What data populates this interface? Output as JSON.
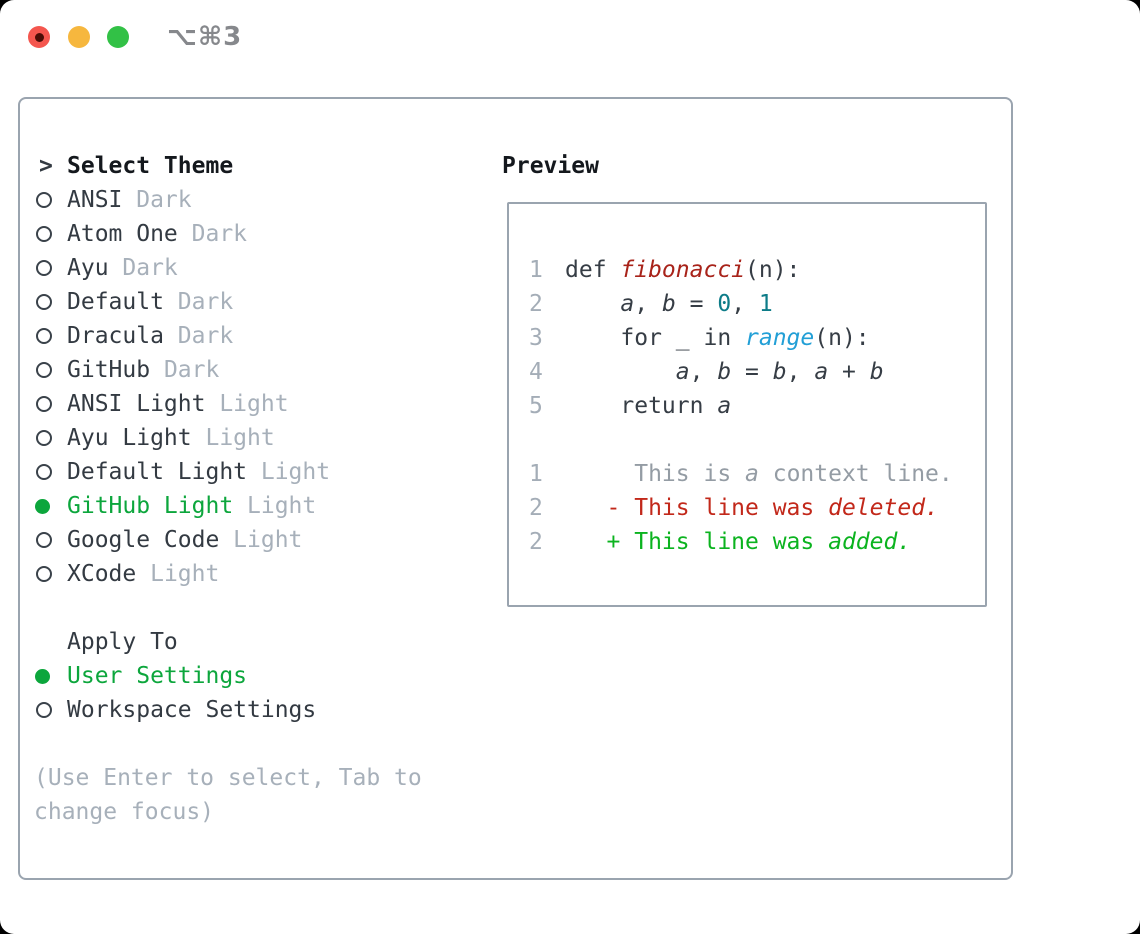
{
  "titlebar": {
    "shortcut": "⌥⌘3"
  },
  "colors": {
    "accent_green": "#0ca63c",
    "added_green": "#0bb31f",
    "deleted_red": "#c2281a",
    "function_red": "#a8231a",
    "number_teal": "#0d7c88",
    "call_blue": "#229fd6",
    "muted_gray": "#a7b0ba",
    "text_dark": "#333a42",
    "traffic_red": "#f4564e",
    "traffic_yellow": "#f6b73e",
    "traffic_green": "#32c146"
  },
  "theme_selector": {
    "header": {
      "marker": ">",
      "label": "Select Theme"
    },
    "themes": [
      {
        "name": "ANSI",
        "variant": "Dark",
        "selected": false
      },
      {
        "name": "Atom One",
        "variant": "Dark",
        "selected": false
      },
      {
        "name": "Ayu",
        "variant": "Dark",
        "selected": false
      },
      {
        "name": "Default",
        "variant": "Dark",
        "selected": false
      },
      {
        "name": "Dracula",
        "variant": "Dark",
        "selected": false
      },
      {
        "name": "GitHub",
        "variant": "Dark",
        "selected": false
      },
      {
        "name": "ANSI Light",
        "variant": "Light",
        "selected": false
      },
      {
        "name": "Ayu Light",
        "variant": "Light",
        "selected": false
      },
      {
        "name": "Default Light",
        "variant": "Light",
        "selected": false
      },
      {
        "name": "GitHub Light",
        "variant": "Light",
        "selected": true
      },
      {
        "name": "Google Code",
        "variant": "Light",
        "selected": false
      },
      {
        "name": "XCode",
        "variant": "Light",
        "selected": false
      }
    ],
    "apply_to": {
      "header": "Apply To",
      "options": [
        {
          "label": "User Settings",
          "selected": true
        },
        {
          "label": "Workspace Settings",
          "selected": false
        }
      ]
    },
    "hint": [
      "(Use Enter to select, Tab to",
      "change focus)"
    ]
  },
  "preview": {
    "title": "Preview",
    "code_lines": [
      {
        "num": "1",
        "tokens": [
          {
            "text": "def ",
            "style": "plain"
          },
          {
            "text": "fibonacci",
            "style": "fn"
          },
          {
            "text": "(n):",
            "style": "plain"
          }
        ]
      },
      {
        "num": "2",
        "tokens": [
          {
            "text": "    ",
            "style": "plain"
          },
          {
            "text": "a",
            "style": "var"
          },
          {
            "text": ", ",
            "style": "plain"
          },
          {
            "text": "b",
            "style": "var"
          },
          {
            "text": " = ",
            "style": "plain"
          },
          {
            "text": "0",
            "style": "num"
          },
          {
            "text": ", ",
            "style": "plain"
          },
          {
            "text": "1",
            "style": "num"
          }
        ]
      },
      {
        "num": "3",
        "tokens": [
          {
            "text": "    for _ in ",
            "style": "plain"
          },
          {
            "text": "range",
            "style": "call"
          },
          {
            "text": "(n):",
            "style": "plain"
          }
        ]
      },
      {
        "num": "4",
        "tokens": [
          {
            "text": "        ",
            "style": "plain"
          },
          {
            "text": "a",
            "style": "var"
          },
          {
            "text": ", ",
            "style": "plain"
          },
          {
            "text": "b",
            "style": "var"
          },
          {
            "text": " = ",
            "style": "plain"
          },
          {
            "text": "b",
            "style": "var"
          },
          {
            "text": ", ",
            "style": "plain"
          },
          {
            "text": "a",
            "style": "var"
          },
          {
            "text": " + ",
            "style": "plain"
          },
          {
            "text": "b",
            "style": "var"
          }
        ]
      },
      {
        "num": "5",
        "tokens": [
          {
            "text": "    return ",
            "style": "plain"
          },
          {
            "text": "a",
            "style": "var"
          }
        ]
      }
    ],
    "diff_lines": [
      {
        "num": "1",
        "tokens": [
          {
            "text": "     This is ",
            "style": "ctx"
          },
          {
            "text": "a",
            "style": "ctx-em"
          },
          {
            "text": " context line.",
            "style": "ctx"
          }
        ]
      },
      {
        "num": "2",
        "tokens": [
          {
            "text": "   ",
            "style": "plain"
          },
          {
            "text": "- This line was ",
            "style": "del"
          },
          {
            "text": "deleted.",
            "style": "del-em"
          }
        ]
      },
      {
        "num": "2",
        "tokens": [
          {
            "text": "   ",
            "style": "plain"
          },
          {
            "text": "+ This line was ",
            "style": "add"
          },
          {
            "text": "added.",
            "style": "add-em"
          }
        ]
      }
    ]
  }
}
